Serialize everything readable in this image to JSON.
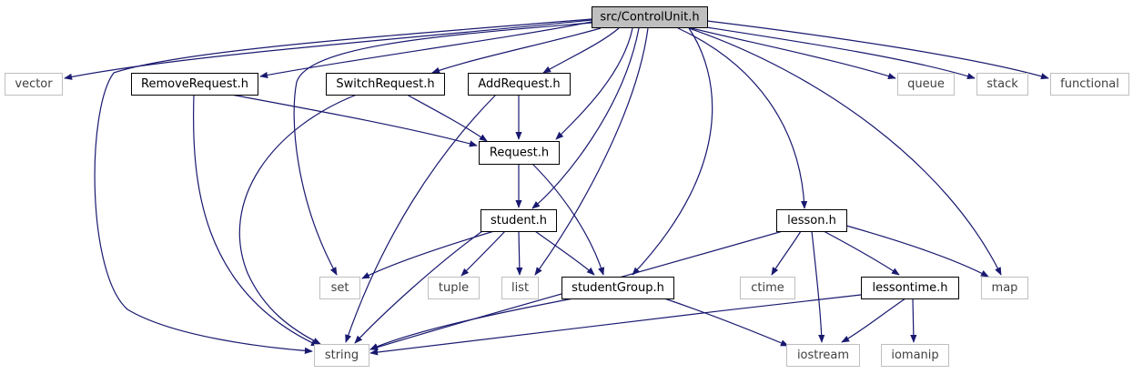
{
  "title": "src/ControlUnit.h",
  "colors": {
    "edge": "#191970",
    "root_fill": "#bfbfbf",
    "root_stroke": "#000000",
    "header_stroke": "#000000",
    "external_stroke": "#bfbfbf",
    "external_text": "#404040",
    "header_text": "#000000"
  },
  "nodes": [
    {
      "id": "controlunit",
      "label": "src/ControlUnit.h",
      "kind": "root"
    },
    {
      "id": "vector",
      "label": "vector",
      "kind": "external"
    },
    {
      "id": "removerequest",
      "label": "RemoveRequest.h",
      "kind": "header"
    },
    {
      "id": "switchrequest",
      "label": "SwitchRequest.h",
      "kind": "header"
    },
    {
      "id": "addrequest",
      "label": "AddRequest.h",
      "kind": "header"
    },
    {
      "id": "queue",
      "label": "queue",
      "kind": "external"
    },
    {
      "id": "stack",
      "label": "stack",
      "kind": "external"
    },
    {
      "id": "functional",
      "label": "functional",
      "kind": "external"
    },
    {
      "id": "request",
      "label": "Request.h",
      "kind": "header"
    },
    {
      "id": "student",
      "label": "student.h",
      "kind": "header"
    },
    {
      "id": "lesson",
      "label": "lesson.h",
      "kind": "header"
    },
    {
      "id": "set",
      "label": "set",
      "kind": "external"
    },
    {
      "id": "tuple",
      "label": "tuple",
      "kind": "external"
    },
    {
      "id": "list",
      "label": "list",
      "kind": "external"
    },
    {
      "id": "studentgroup",
      "label": "studentGroup.h",
      "kind": "header"
    },
    {
      "id": "ctime",
      "label": "ctime",
      "kind": "external"
    },
    {
      "id": "lessontime",
      "label": "lessontime.h",
      "kind": "header"
    },
    {
      "id": "map",
      "label": "map",
      "kind": "external"
    },
    {
      "id": "string",
      "label": "string",
      "kind": "external"
    },
    {
      "id": "iostream",
      "label": "iostream",
      "kind": "external"
    },
    {
      "id": "iomanip",
      "label": "iomanip",
      "kind": "external"
    }
  ],
  "edges": [
    {
      "from": "controlunit",
      "to": "vector"
    },
    {
      "from": "controlunit",
      "to": "removerequest"
    },
    {
      "from": "controlunit",
      "to": "switchrequest"
    },
    {
      "from": "controlunit",
      "to": "addrequest"
    },
    {
      "from": "controlunit",
      "to": "queue"
    },
    {
      "from": "controlunit",
      "to": "stack"
    },
    {
      "from": "controlunit",
      "to": "functional"
    },
    {
      "from": "controlunit",
      "to": "request"
    },
    {
      "from": "controlunit",
      "to": "student"
    },
    {
      "from": "controlunit",
      "to": "lesson"
    },
    {
      "from": "controlunit",
      "to": "set"
    },
    {
      "from": "controlunit",
      "to": "list"
    },
    {
      "from": "controlunit",
      "to": "studentgroup"
    },
    {
      "from": "controlunit",
      "to": "map"
    },
    {
      "from": "controlunit",
      "to": "string"
    },
    {
      "from": "removerequest",
      "to": "request"
    },
    {
      "from": "removerequest",
      "to": "string"
    },
    {
      "from": "switchrequest",
      "to": "request"
    },
    {
      "from": "switchrequest",
      "to": "string"
    },
    {
      "from": "addrequest",
      "to": "request"
    },
    {
      "from": "addrequest",
      "to": "string"
    },
    {
      "from": "request",
      "to": "student"
    },
    {
      "from": "request",
      "to": "studentgroup"
    },
    {
      "from": "student",
      "to": "set"
    },
    {
      "from": "student",
      "to": "tuple"
    },
    {
      "from": "student",
      "to": "list"
    },
    {
      "from": "student",
      "to": "studentgroup"
    },
    {
      "from": "student",
      "to": "string"
    },
    {
      "from": "studentgroup",
      "to": "string"
    },
    {
      "from": "studentgroup",
      "to": "iostream"
    },
    {
      "from": "lesson",
      "to": "ctime"
    },
    {
      "from": "lesson",
      "to": "lessontime"
    },
    {
      "from": "lesson",
      "to": "map"
    },
    {
      "from": "lesson",
      "to": "iostream"
    },
    {
      "from": "lesson",
      "to": "string"
    },
    {
      "from": "lessontime",
      "to": "string"
    },
    {
      "from": "lessontime",
      "to": "iostream"
    },
    {
      "from": "lessontime",
      "to": "iomanip"
    }
  ]
}
